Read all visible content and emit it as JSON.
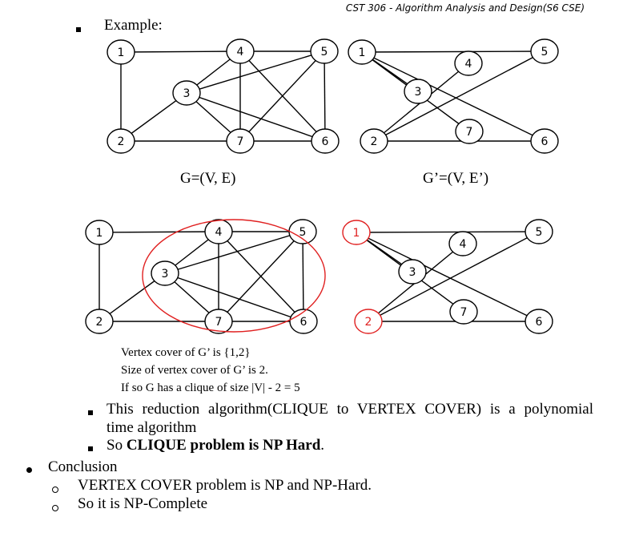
{
  "header": "CST 306 - Algorithm Analysis and Design(S6 CSE)",
  "example_label": "Example:",
  "graph_captions": {
    "g": "G=(V, E)",
    "g_prime": "G’=(V, E’)"
  },
  "nodes": [
    "1",
    "2",
    "3",
    "4",
    "5",
    "6",
    "7"
  ],
  "g_edges": [
    [
      "1",
      "4"
    ],
    [
      "1",
      "2"
    ],
    [
      "2",
      "7"
    ],
    [
      "2",
      "3"
    ],
    [
      "3",
      "4"
    ],
    [
      "3",
      "5"
    ],
    [
      "3",
      "7"
    ],
    [
      "3",
      "6"
    ],
    [
      "4",
      "5"
    ],
    [
      "4",
      "7"
    ],
    [
      "4",
      "6"
    ],
    [
      "5",
      "7"
    ],
    [
      "5",
      "6"
    ],
    [
      "7",
      "6"
    ]
  ],
  "g_prime_edges": [
    [
      "1",
      "5"
    ],
    [
      "1",
      "3"
    ],
    [
      "1",
      "7"
    ],
    [
      "1",
      "6"
    ],
    [
      "2",
      "4"
    ],
    [
      "2",
      "5"
    ],
    [
      "2",
      "6"
    ]
  ],
  "highlight_colors": {
    "clique_ellipse": "#e02020",
    "cover_vertex": "#e02020"
  },
  "cover_vertices": [
    "1",
    "2"
  ],
  "explanation": [
    "Vertex cover of G’ is {1,2}",
    "Size of vertex cover of G’ is 2.",
    "If so G has a clique of size |V| - 2 = 5"
  ],
  "bullets": {
    "reduction": "This reduction algorithm(CLIQUE to VERTEX COVER) is a polynomial",
    "reduction_cont": "time algorithm",
    "np_hard_prefix": "So ",
    "np_hard_bold": "CLIQUE problem is NP Hard",
    "np_hard_suffix": "."
  },
  "conclusion": {
    "title": "Conclusion",
    "items": [
      "VERTEX COVER problem is NP and NP-Hard.",
      "So it is NP-Complete"
    ]
  }
}
